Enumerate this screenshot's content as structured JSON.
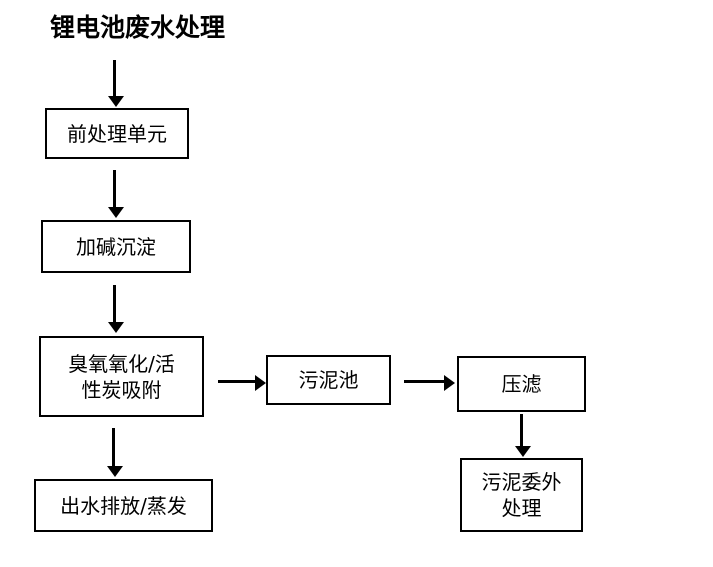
{
  "diagram": {
    "title": "锂电池废水处理",
    "nodes": [
      {
        "id": "pretreatment",
        "label": "前处理单元"
      },
      {
        "id": "alkali-precip",
        "label": "加碱沉淀"
      },
      {
        "id": "ozone-carbon",
        "label": "臭氧氧化/活性炭吸附"
      },
      {
        "id": "effluent-discharge",
        "label": "出水排放/蒸发"
      },
      {
        "id": "sludge-pool",
        "label": "污泥池"
      },
      {
        "id": "filter-press",
        "label": "压滤"
      },
      {
        "id": "sludge-outsourced",
        "label": "污泥委外处理"
      }
    ],
    "node_lines": {
      "ozone_line1": "臭氧氧化/活",
      "ozone_line2": "性炭吸附",
      "outsourced_line1": "污泥委外",
      "outsourced_line2": "处理"
    },
    "edges": [
      {
        "from": "title",
        "to": "pretreatment",
        "direction": "down"
      },
      {
        "from": "pretreatment",
        "to": "alkali-precip",
        "direction": "down"
      },
      {
        "from": "alkali-precip",
        "to": "ozone-carbon",
        "direction": "down"
      },
      {
        "from": "ozone-carbon",
        "to": "effluent-discharge",
        "direction": "down"
      },
      {
        "from": "ozone-carbon",
        "to": "sludge-pool",
        "direction": "right"
      },
      {
        "from": "sludge-pool",
        "to": "filter-press",
        "direction": "right"
      },
      {
        "from": "filter-press",
        "to": "sludge-outsourced",
        "direction": "down"
      }
    ],
    "colors": {
      "stroke": "#000000",
      "background": "#ffffff",
      "text": "#000000"
    }
  }
}
